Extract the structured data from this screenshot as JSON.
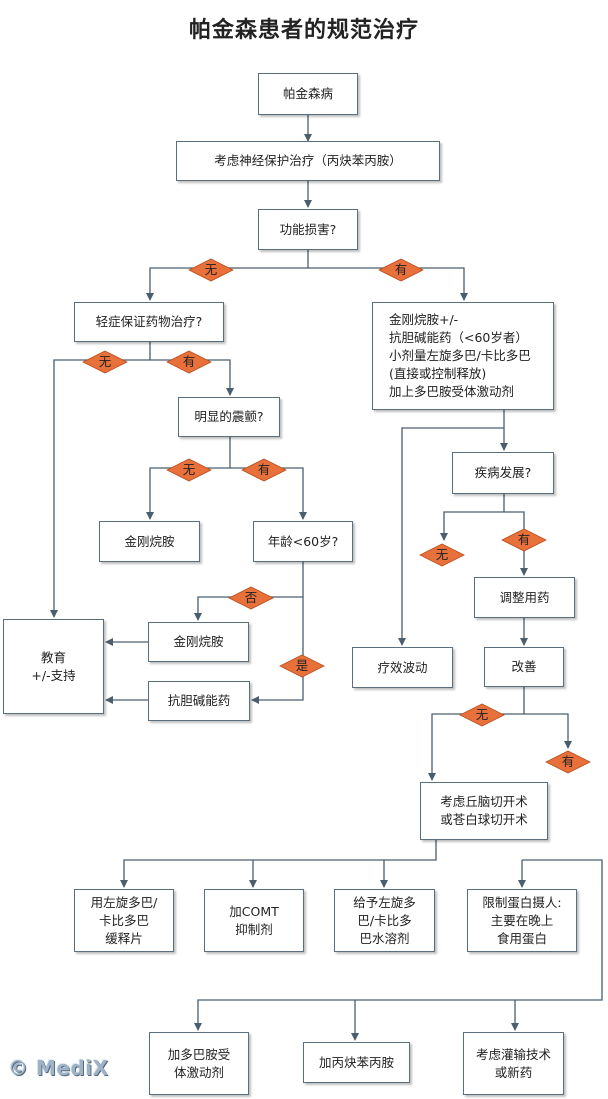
{
  "title": "帕金森患者的规范治疗",
  "nodes": {
    "pd": "帕金森病",
    "neuro": "考虑神经保护治疗（丙炔苯丙胺）",
    "func": "功能损害?",
    "mild": "轻症保证药物治疗?",
    "amant_combo": "金刚烷胺+/-\n抗胆碱能药（<60岁者）\n小剂量左旋多巴/卡比多巴\n(直接或控制释放)\n加上多巴胺受体激动剂",
    "tremor": "明显的震颤?",
    "amant1": "金刚烷胺",
    "age": "年龄<60岁?",
    "edu": "教育\n+/-支持",
    "amant2": "金刚烷胺",
    "antichol": "抗胆碱能药",
    "progress": "疾病发展?",
    "adjust": "调整用药",
    "fluct": "疗效波动",
    "improve": "改善",
    "surgery": "考虑丘脑切开术\n或苍白球切开术",
    "t1": "用左旋多巴/\n卡比多巴\n缓释片",
    "t2": "加COMT\n抑制剂",
    "t3": "给予左旋多\n巴/卡比多\n巴水溶剂",
    "t4": "限制蛋白摄人:\n主要在晚上\n食用蛋白",
    "b1": "加多巴胺受\n体激动剂",
    "b2": "加丙炔苯丙胺",
    "b3": "考虑灌输技术\n或新药"
  },
  "decisions": {
    "d_no1": "无",
    "d_yes1": "有",
    "d_no2": "无",
    "d_yes2": "有",
    "d_no3": "无",
    "d_yes3": "有",
    "d_no4": "否",
    "d_yes4": "是",
    "d_no5": "无",
    "d_yes5": "有",
    "d_no6": "无",
    "d_yes6": "有"
  },
  "logo": "© MediX",
  "colors": {
    "line": "#4a5e6e",
    "diamond_fill": "#e8703a",
    "box_border": "#5a6e7e"
  }
}
